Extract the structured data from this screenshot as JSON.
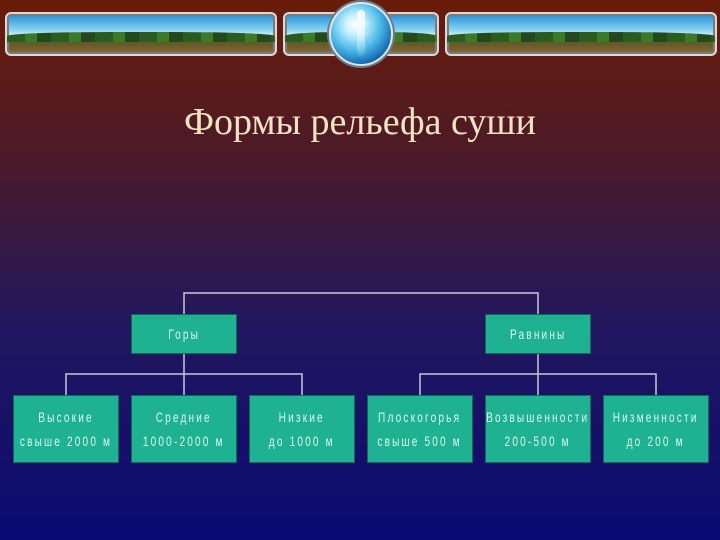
{
  "title": "Формы рельефа суши",
  "level1": [
    {
      "label": "Горы"
    },
    {
      "label": "Равнины"
    }
  ],
  "level2": [
    {
      "line1": "Высокие",
      "line2": "свыше 2000 м"
    },
    {
      "line1": "Средние",
      "line2": "1000-2000 м"
    },
    {
      "line1": "Низкие",
      "line2": "до 1000 м"
    },
    {
      "line1": "Плоскогорья",
      "line2": "свыше 500 м"
    },
    {
      "line1": "Возвышенности",
      "line2": "200-500 м"
    },
    {
      "line1": "Низменности",
      "line2": "до 200 м"
    }
  ],
  "colors": {
    "node_fill": "#1fb292",
    "title": "#f4e4c2",
    "line": "#c8c8d8"
  }
}
